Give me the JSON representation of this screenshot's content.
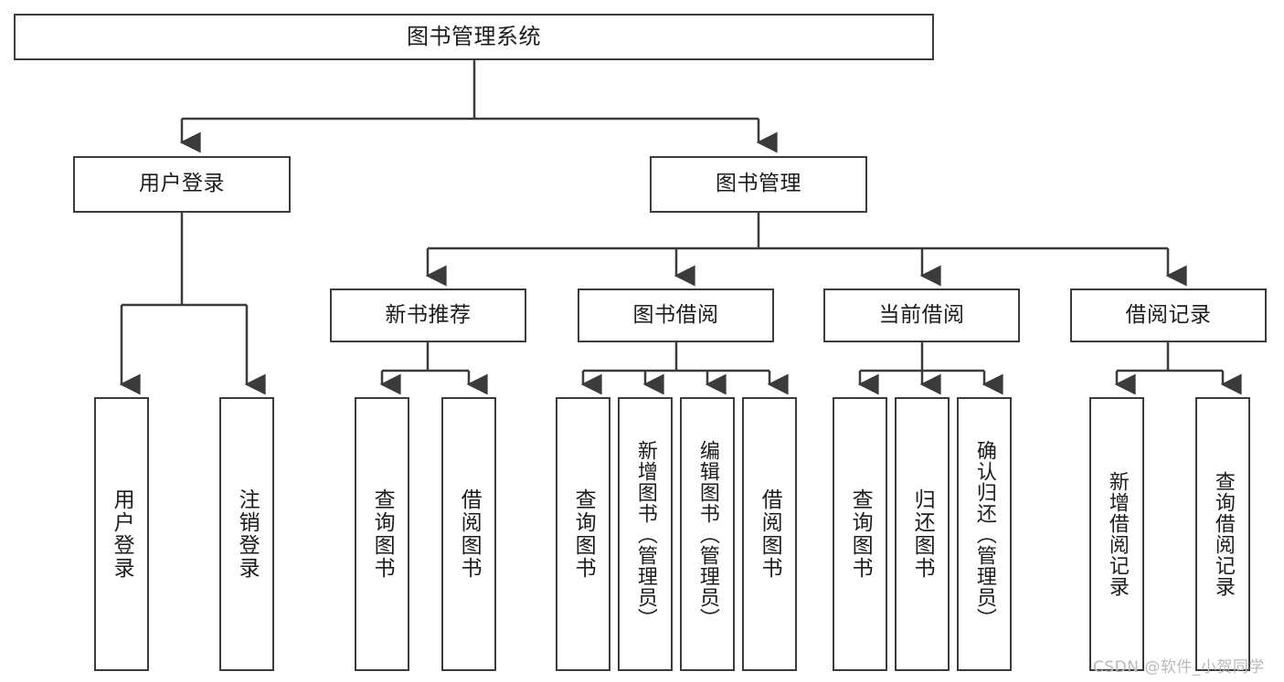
{
  "diagram": {
    "type": "tree",
    "title": "图书管理系统",
    "watermark": "CSDN @软件_小贺同学",
    "colors": {
      "stroke": "#3b3b3b",
      "fill": "#ffffff",
      "text": "#1c1c1c",
      "watermark": "#b9b9b9"
    },
    "nodes": {
      "root": {
        "label": "图书管理系统",
        "level": 1,
        "orientation": "horizontal"
      },
      "l2": [
        {
          "id": "user-login",
          "label": "用户登录",
          "level": 2,
          "orientation": "horizontal"
        },
        {
          "id": "book-manage",
          "label": "图书管理",
          "level": 2,
          "orientation": "horizontal"
        }
      ],
      "l3": [
        {
          "id": "new-book-rec",
          "label": "新书推荐",
          "level": 3,
          "orientation": "horizontal"
        },
        {
          "id": "book-borrow",
          "label": "图书借阅",
          "level": 3,
          "orientation": "horizontal"
        },
        {
          "id": "current-borrow",
          "label": "当前借阅",
          "level": 3,
          "orientation": "horizontal"
        },
        {
          "id": "borrow-record",
          "label": "借阅记录",
          "level": 3,
          "orientation": "horizontal"
        }
      ],
      "leaves": [
        {
          "id": "leaf-user-login",
          "label": "用户登录",
          "parent": "user-login",
          "orientation": "vertical"
        },
        {
          "id": "leaf-user-logout",
          "label": "注销登录",
          "parent": "user-login",
          "orientation": "vertical"
        },
        {
          "id": "leaf-query-book-1",
          "label": "查询图书",
          "parent": "new-book-rec",
          "orientation": "vertical"
        },
        {
          "id": "leaf-borrow-book-1",
          "label": "借阅图书",
          "parent": "new-book-rec",
          "orientation": "vertical"
        },
        {
          "id": "leaf-query-book-2",
          "label": "查询图书",
          "parent": "book-borrow",
          "orientation": "vertical"
        },
        {
          "id": "leaf-add-book",
          "label": "新增图书（管理员）",
          "parent": "book-borrow",
          "orientation": "vertical"
        },
        {
          "id": "leaf-edit-book",
          "label": "编辑图书（管理员）",
          "parent": "book-borrow",
          "orientation": "vertical"
        },
        {
          "id": "leaf-borrow-book-2",
          "label": "借阅图书",
          "parent": "book-borrow",
          "orientation": "vertical"
        },
        {
          "id": "leaf-query-book-3",
          "label": "查询图书",
          "parent": "current-borrow",
          "orientation": "vertical"
        },
        {
          "id": "leaf-return-book",
          "label": "归还图书",
          "parent": "current-borrow",
          "orientation": "vertical"
        },
        {
          "id": "leaf-confirm-return",
          "label": "确认归还（管理员）",
          "parent": "current-borrow",
          "orientation": "vertical"
        },
        {
          "id": "leaf-add-record",
          "label": "新增借阅记录",
          "parent": "borrow-record",
          "orientation": "vertical"
        },
        {
          "id": "leaf-query-record",
          "label": "查询借阅记录",
          "parent": "borrow-record",
          "orientation": "vertical"
        }
      ]
    }
  }
}
